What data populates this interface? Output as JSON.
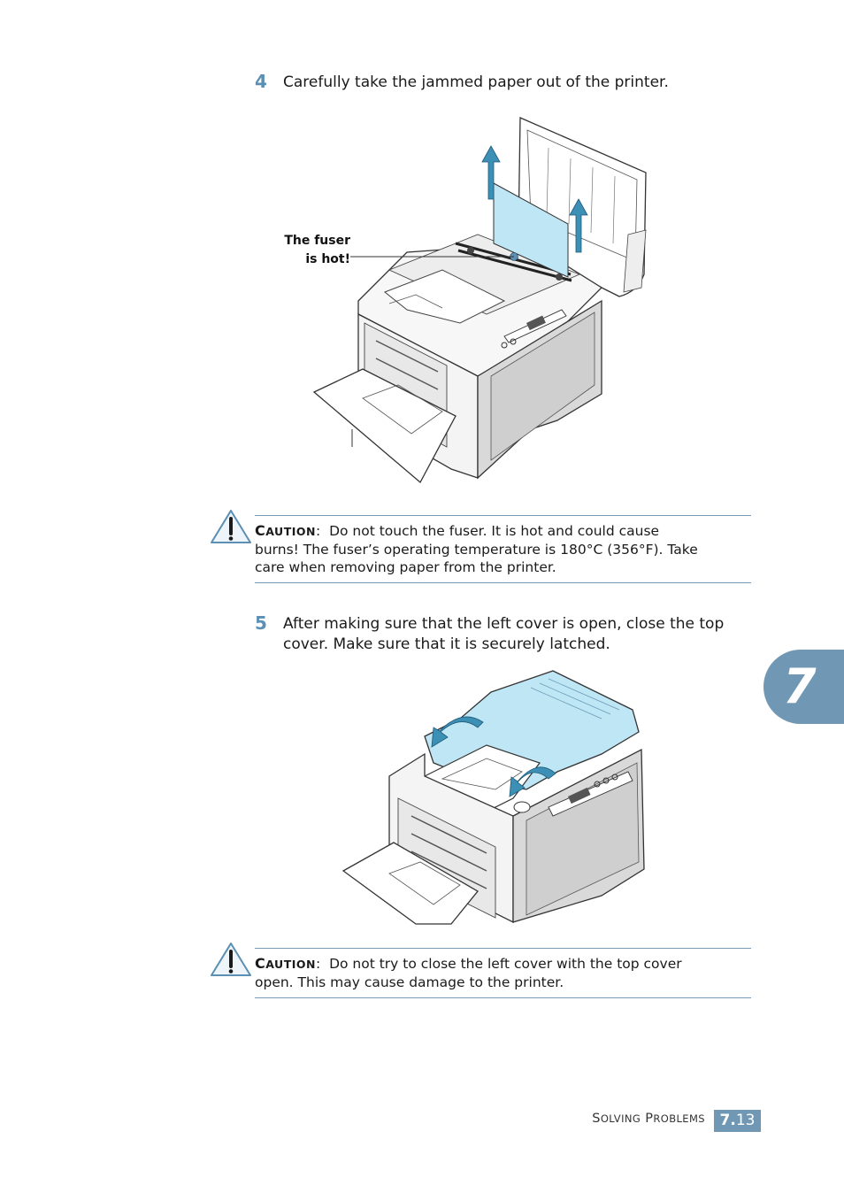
{
  "steps": [
    {
      "number": "4",
      "text": "Carefully take the jammed paper out of the printer."
    },
    {
      "number": "5",
      "text_line1": "After making sure that the left cover is open, close the top",
      "text_line2": "cover. Make sure that it is securely latched."
    }
  ],
  "figure1": {
    "callout_line1": "The fuser",
    "callout_line2": "is hot!"
  },
  "cautions": [
    {
      "label_first": "C",
      "label_rest": "AUTION",
      "sep": ":",
      "lines": [
        "Do not touch the fuser. It is hot and could cause",
        "burns! The fuser’s operating temperature is 180°C (356°F). Take",
        "care when removing paper from the printer."
      ]
    },
    {
      "label_first": "C",
      "label_rest": "AUTION",
      "sep": ":",
      "lines": [
        "Do not try to close the left cover with the top cover",
        "open. This may cause damage to the printer."
      ]
    }
  ],
  "chapter_tab": "7",
  "footer": {
    "s1": "S",
    "s2": "OLVING",
    "p1": "P",
    "p2": "ROBLEMS",
    "chapter": "7.",
    "page": "13"
  },
  "colors": {
    "accent": "#7098b5",
    "step_number": "#5b8fb3",
    "paper_highlight": "#bfe6f5"
  },
  "icons": {
    "caution": "warning-triangle-icon",
    "arrow_up": "up-arrow-icon",
    "arrow_curved": "curved-arrow-icon"
  }
}
